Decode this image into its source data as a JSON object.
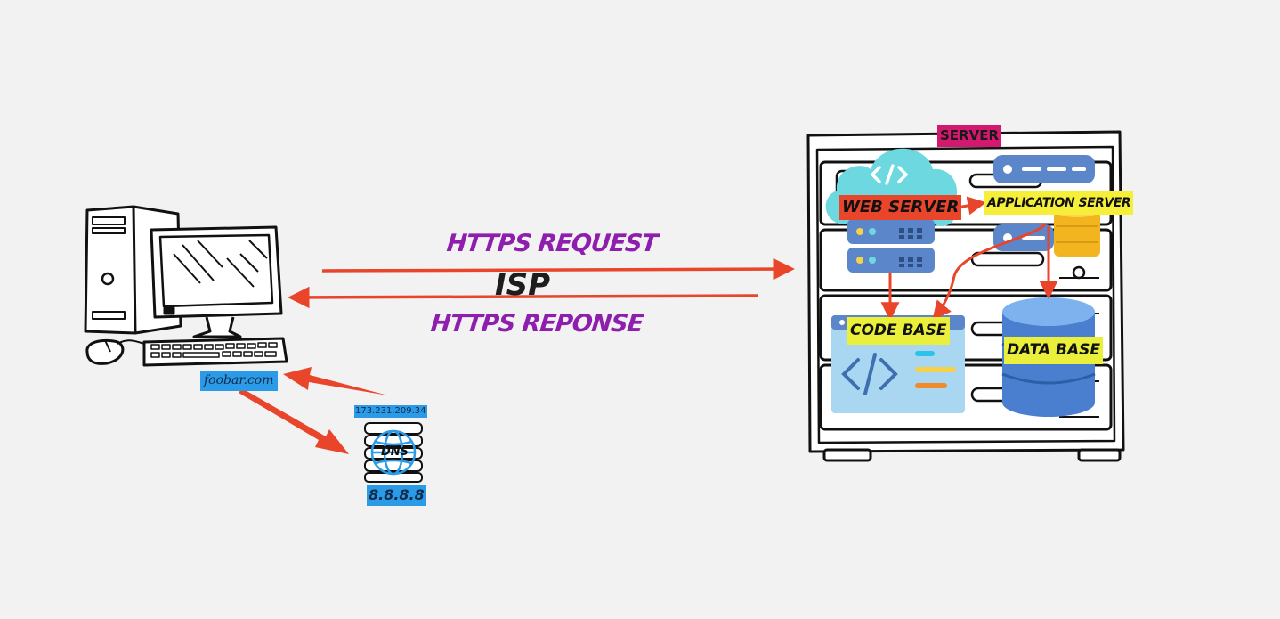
{
  "labels": {
    "https_request": "HTTPS REQUEST",
    "isp": "ISP",
    "https_response": "HTTPS REPONSE",
    "domain": "foobar.com",
    "resolved_ip": "173.231.209.34",
    "dns": "DNS",
    "dns_ip": "8.8.8.8",
    "server": "SERVER",
    "web_server": "WEB SERVER",
    "application_server": "APPLICATION SERVER",
    "code_base": "CODE BASE",
    "data_base": "DATA BASE"
  },
  "icons": [
    "desktop-computer-icon",
    "dns-server-icon",
    "globe-icon",
    "server-rack-icon",
    "cloud-code-icon",
    "server-stack-icon",
    "code-editor-icon",
    "database-icon",
    "coins-icon"
  ],
  "colors": {
    "background": "#f2f2f2",
    "arrow": "#e8452b",
    "https_text": "#8e1fae",
    "domain_bg": "#2b9be8",
    "server_tag_bg": "#d4186f",
    "web_server_bg": "#e8452b",
    "highlight_yellow": "#f5ef3a",
    "cloud": "#6dd8df",
    "server_unit": "#5b86c9",
    "database": "#4a7fd0"
  }
}
